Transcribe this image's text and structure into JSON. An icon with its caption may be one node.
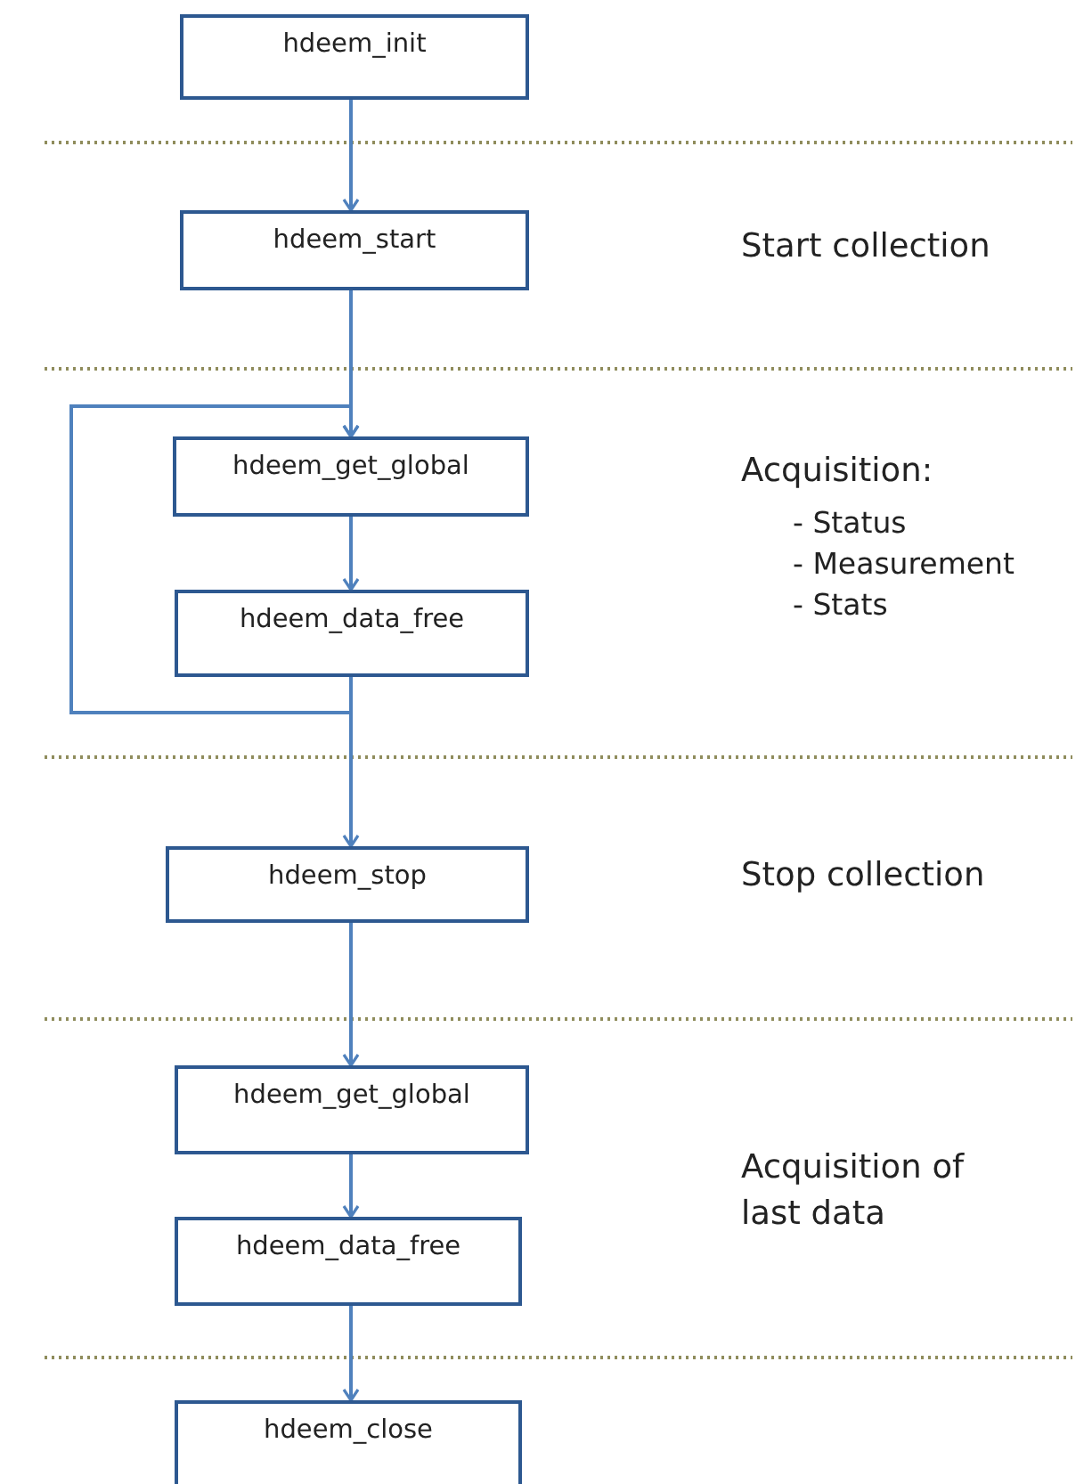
{
  "diagram": {
    "nodes": [
      {
        "text": [
          "hdeem_init"
        ]
      },
      {
        "text": [
          "hdeem_start"
        ]
      },
      {
        "text": [
          "hdeem_get_global"
        ]
      },
      {
        "text": [
          "hdeem_data_free"
        ]
      },
      {
        "text": [
          "hdeem_stop"
        ]
      },
      {
        "text": [
          "hdeem_get_global"
        ]
      },
      {
        "text": [
          "hdeem_data_free"
        ]
      },
      {
        "text": [
          "hdeem_close"
        ]
      }
    ],
    "edges": [
      {
        "from": 0,
        "to": 1,
        "arrow": "to"
      },
      {
        "from": 1,
        "to": 2,
        "arrow": "to"
      },
      {
        "from": 2,
        "to": 3,
        "arrow": "to"
      },
      {
        "from": 3,
        "to": 2,
        "arrow": "to"
      },
      {
        "from": 3,
        "to": 4,
        "arrow": "to"
      },
      {
        "from": 4,
        "to": 5,
        "arrow": "to"
      },
      {
        "from": 5,
        "to": 6,
        "arrow": "to"
      },
      {
        "from": 6,
        "to": 7,
        "arrow": "to"
      }
    ],
    "labels": [
      "Start collection",
      "Acquisition:",
      "- Status",
      "- Measurement",
      "- Stats",
      "Stop collection",
      "Acquisition of last data"
    ]
  }
}
